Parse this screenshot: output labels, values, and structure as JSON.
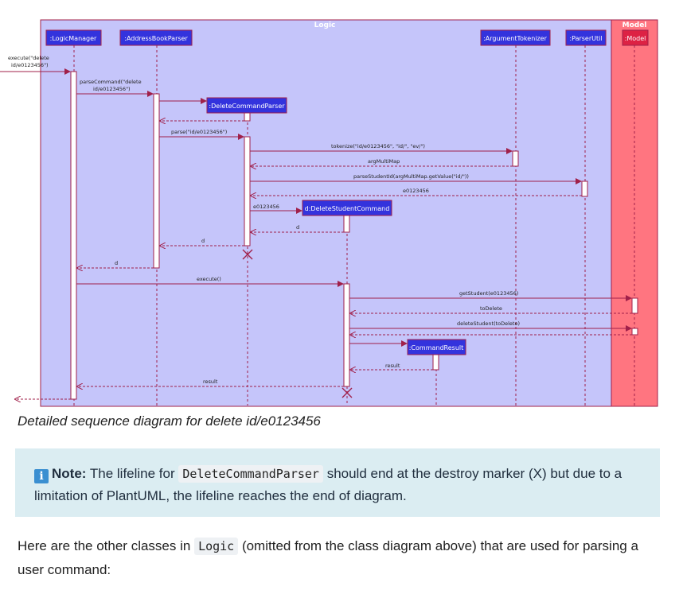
{
  "diagram": {
    "logic_title": "Logic",
    "model_title": "Model",
    "participants": {
      "logic_manager": ":LogicManager",
      "address_book_parser": ":AddressBookParser",
      "argument_tokenizer": ":ArgumentTokenizer",
      "parser_util": ":ParserUtil",
      "model": ":Model",
      "delete_command_parser": ":DeleteCommandParser",
      "delete_student_command": "d:DeleteStudentCommand",
      "command_result": ":CommandResult"
    },
    "messages": {
      "execute_line1": "execute(\"delete",
      "execute_line2": "id/e0123456\")",
      "parse_command_line1": "parseCommand(\"delete",
      "parse_command_line2": "id/e0123456\")",
      "parse": "parse(\"id/e0123456\")",
      "tokenize": "tokenize(\"id/e0123456\", \"id/\", \"ev/\")",
      "arg_multimap": "argMultiMap",
      "parse_student_id": "parseStudentId(argMultiMap.getValue(\"id/\"))",
      "e0123456_return": "e0123456",
      "e0123456_create": "e0123456",
      "d_return_1": "d",
      "d_return_2": "d",
      "d_return_3": "d",
      "execute": "execute()",
      "get_student": "getStudent(e0123456)",
      "to_delete": "toDelete",
      "delete_student": "deleteStudent(toDelete)",
      "result_return_1": "result",
      "result_return_2": "result"
    }
  },
  "caption": "Detailed sequence diagram for delete id/e0123456",
  "note": {
    "icon": "info-icon",
    "label": "Note:",
    "text_before": " The lifeline for ",
    "code": "DeleteCommandParser",
    "text_after": " should end at the destroy marker (X) but due to a limitation of PlantUML, the lifeline reaches the end of diagram."
  },
  "paragraph": {
    "text_before": "Here are the other classes in ",
    "code": "Logic",
    "text_after": " (omitted from the class diagram above) that are used for parsing a user command:"
  },
  "colors": {
    "logic_bg": "#c5c5fa",
    "model_bg": "#ff7580",
    "participant_fill": "#3333dd",
    "arrow": "#a0204a"
  }
}
